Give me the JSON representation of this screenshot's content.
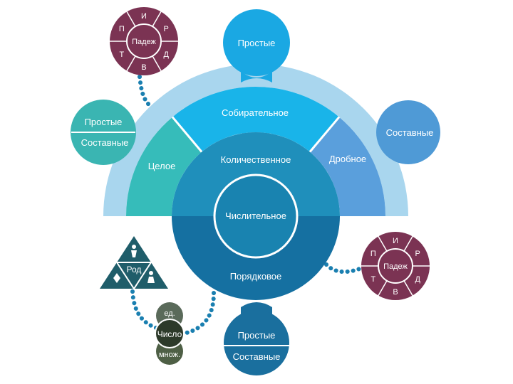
{
  "center": "Числительное",
  "ring": {
    "quantitative": "Количественное",
    "ordinal": "Порядковое"
  },
  "sectors": {
    "collective": "Собирательное",
    "whole": "Целое",
    "fractional": "Дробное"
  },
  "bubbles": {
    "top": "Простые",
    "right": "Составные",
    "left_top": "Простые",
    "left_bottom": "Составные",
    "bottom_top": "Простые",
    "bottom_bottom": "Составные"
  },
  "case_wheel_top": {
    "center": "Падеж",
    "letters": [
      "И",
      "Р",
      "Д",
      "В",
      "Т",
      "П"
    ]
  },
  "case_wheel_right": {
    "center": "Падеж",
    "letters": [
      "И",
      "Р",
      "Д",
      "В",
      "Т",
      "П"
    ]
  },
  "gender": {
    "label": "Род"
  },
  "number": {
    "singular": "ед.",
    "label": "Число",
    "plural": "множ."
  },
  "colors": {
    "arch": "#a9d6ee",
    "collective": "#19b4e9",
    "whole": "#36bcba",
    "fractional": "#5a9fdc",
    "quantitative": "#1f8fbb",
    "ordinal": "#1570a1",
    "center": "#1983b0",
    "bubble_top": "#1aa8e3",
    "bubble_right": "#4f9ad6",
    "bubble_left": "#3ab5b2",
    "bubble_bottom": "#1a6f9e",
    "wheel": "#7b3353",
    "gender": "#1f5d6a",
    "number_top": "#5a6a5a",
    "number_mid": "#2d3a2a",
    "number_bot": "#4e5f45",
    "dots": "#1a7fb0"
  }
}
